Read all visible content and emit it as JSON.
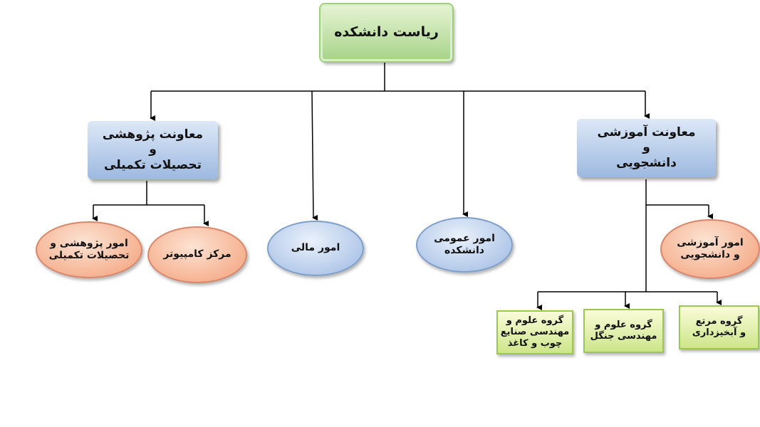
{
  "root": "رياست دانشکده",
  "vice_research": "معاونت پژوهشی\nو\nتحصيلات تکميلی",
  "vice_education": "معاونت آموزشی\nو\nدانشجويی",
  "research_affairs": "امور پژوهشی و\nتحصيلات تکميلی",
  "computer_center": "مرکز کامپيوتر",
  "financial_affairs": "امور مالی",
  "general_affairs": "امور عمومی\nدانشکده",
  "education_affairs": "امور آموزشی\nو دانشجويی",
  "group_wood_paper": "گروه علوم و\nمهندسی صنايع\nچوب و کاغذ",
  "group_forest": "گروه علوم و\nمهندسی جنگل",
  "group_range_watershed": "گروه مرتع\nو آبخيزداری",
  "colors": {
    "root": "#b7dc99",
    "vice": "#a9c2e6",
    "ellipse_orange": "#f4a985",
    "ellipse_blue": "#a9c2e6",
    "group": "#d9eb96"
  }
}
